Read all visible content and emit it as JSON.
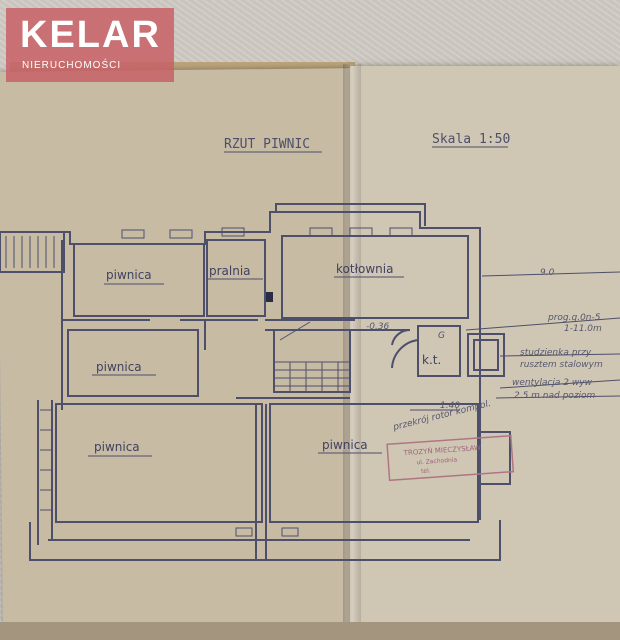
{
  "logo": {
    "brand": "KELAR",
    "tagline": "NIERUCHOMOŚCI"
  },
  "drawing": {
    "title": "RZUT PIWNIC",
    "scale": "Skala 1:50",
    "rooms": {
      "piwnica_1": "piwnica",
      "pralnia": "pralnia",
      "kotlownia": "kotłownia",
      "piwnica_2": "piwnica",
      "piwnica_3": "piwnica",
      "piwnica_4": "piwnica",
      "kt": "k.t."
    },
    "annotations": {
      "dimension": "9.0",
      "prog": "prog.g.0n-5",
      "level": "1-11.0m",
      "level_small": "-0.36",
      "studzienka": "studzienka przy",
      "ruszt": "rusztem stalowym",
      "wentylacja": "wentylacja 2 wyw",
      "nad_poziom": "2.5 m nad poziom",
      "g_mark": "G",
      "dim_small": "1.40",
      "handwritten": "przekrój rotor kompol."
    },
    "stamp": {
      "line1": "TROZYŃ MIECZYSŁAW",
      "line2": "ul. Zachodnia",
      "line3": "tel."
    }
  },
  "colors": {
    "ink": "#4d4f6b",
    "paper": "#c8bba4",
    "logo_bg": "#c7626a"
  }
}
